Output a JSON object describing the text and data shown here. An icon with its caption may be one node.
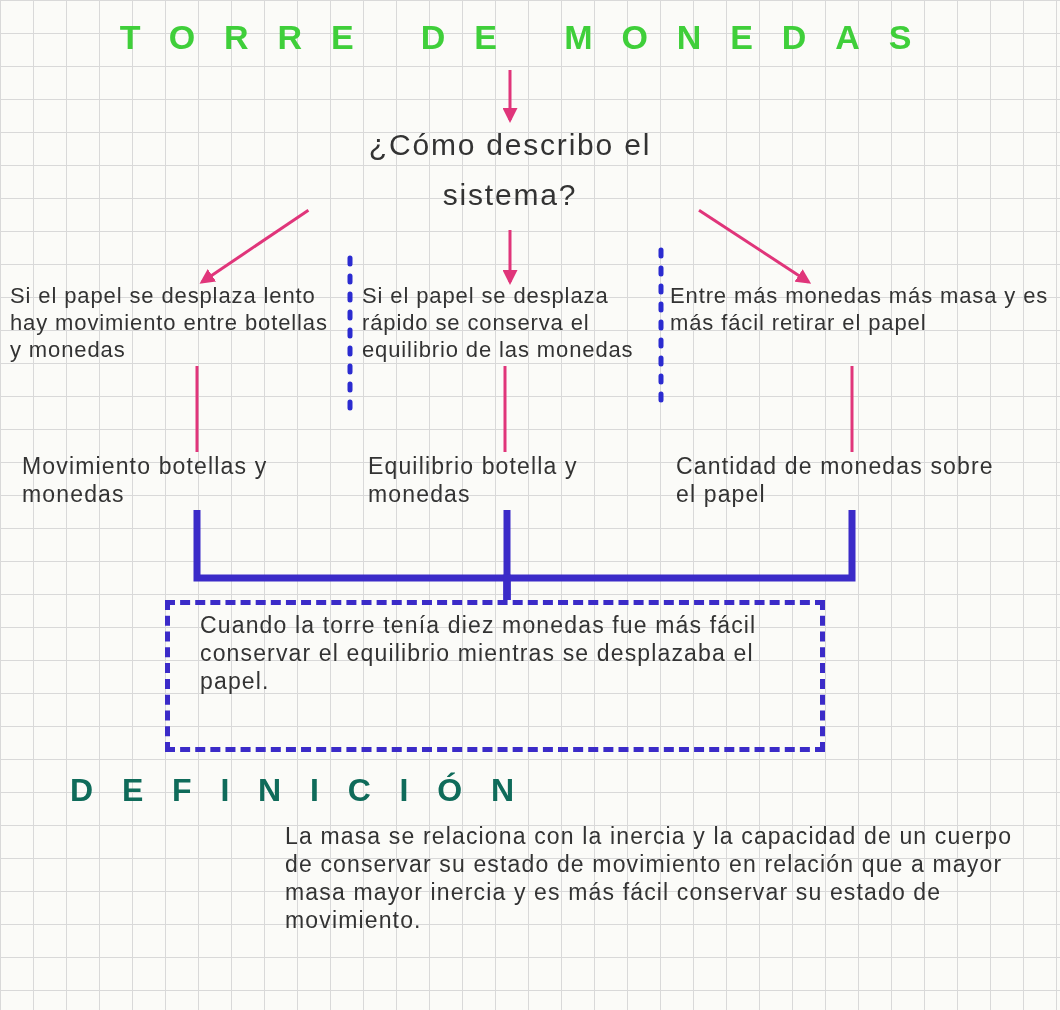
{
  "diagram": {
    "nodes": [
      {
        "text": [
          "TORRE DE MONEDAS"
        ]
      },
      {
        "text": [
          "¿Cómo describo el sistema?"
        ]
      },
      {
        "text": [
          "Si el papel se desplaza lento hay movimiento entre botellas y monedas"
        ]
      },
      {
        "text": [
          "Si el papel se desplaza rápido se conserva el equilibrio de las monedas"
        ]
      },
      {
        "text": [
          "Entre más monedas más masa y es más fácil retirar el papel"
        ]
      },
      {
        "text": [
          "Movimiento botellas y monedas"
        ]
      },
      {
        "text": [
          "Equilibrio botella y monedas"
        ]
      },
      {
        "text": [
          "Cantidad de monedas sobre el papel"
        ]
      },
      {
        "text": [
          "Cuando la torre tenía diez monedas fue más fácil conservar el equilibrio mientras se desplazaba el papel."
        ]
      }
    ],
    "edges": [
      {
        "from": 0,
        "to": 1,
        "arrow": "to"
      },
      {
        "from": 1,
        "to": 2,
        "arrow": "to"
      },
      {
        "from": 1,
        "to": 3,
        "arrow": "to"
      },
      {
        "from": 1,
        "to": 4,
        "arrow": "to"
      },
      {
        "from": 2,
        "to": 5,
        "arrow": "none"
      },
      {
        "from": 3,
        "to": 6,
        "arrow": "none"
      },
      {
        "from": 4,
        "to": 7,
        "arrow": "none"
      },
      {
        "from": 5,
        "to": 8,
        "arrow": "none",
        "style": "thick",
        "color": "#3b2bc8"
      },
      {
        "from": 6,
        "to": 8,
        "arrow": "none",
        "style": "thick",
        "color": "#3b2bc8"
      },
      {
        "from": 7,
        "to": 8,
        "arrow": "none",
        "style": "thick",
        "color": "#3b2bc8"
      }
    ],
    "labels": [
      "DEFINICIÓN",
      "La masa se relaciona con la inercia y la capacidad de un cuerpo de conservar su estado de movimiento en relación que a mayor masa mayor inercia y es más fácil conservar su estado de movimiento."
    ]
  }
}
